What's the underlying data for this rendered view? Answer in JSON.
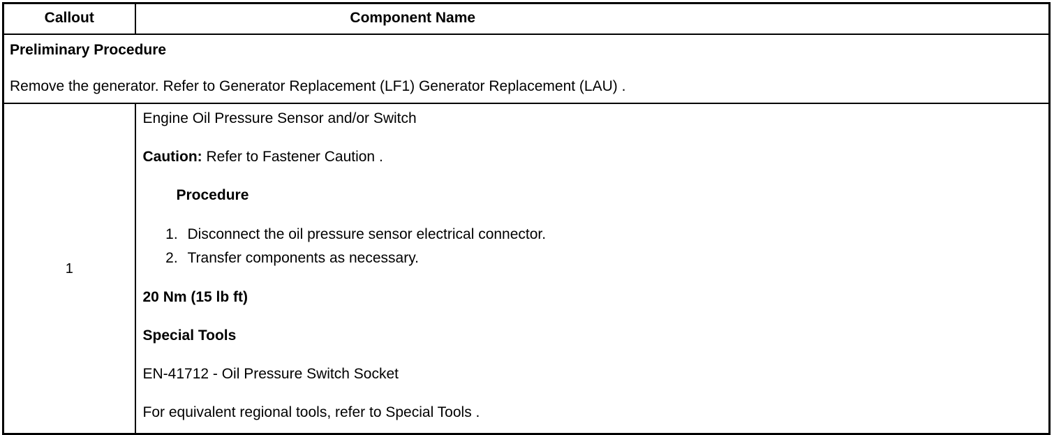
{
  "table": {
    "headers": {
      "callout": "Callout",
      "component": "Component Name"
    },
    "preliminary": {
      "title": "Preliminary Procedure",
      "text": "Remove the generator. Refer to Generator Replacement (LF1) Generator Replacement (LAU) ."
    },
    "rows": [
      {
        "callout": "1",
        "component_name": "Engine Oil Pressure Sensor and/or Switch",
        "caution_label": "Caution:",
        "caution_text": " Refer to Fastener Caution .",
        "procedure_heading": "Procedure",
        "steps": [
          "Disconnect the oil pressure sensor electrical connector.",
          "Transfer components as necessary."
        ],
        "torque": "20 Nm (15 lb ft)",
        "special_tools_heading": "Special Tools",
        "special_tool": "EN-41712 - Oil Pressure Switch Socket",
        "special_tools_note": "For equivalent regional tools, refer to Special Tools ."
      }
    ]
  }
}
